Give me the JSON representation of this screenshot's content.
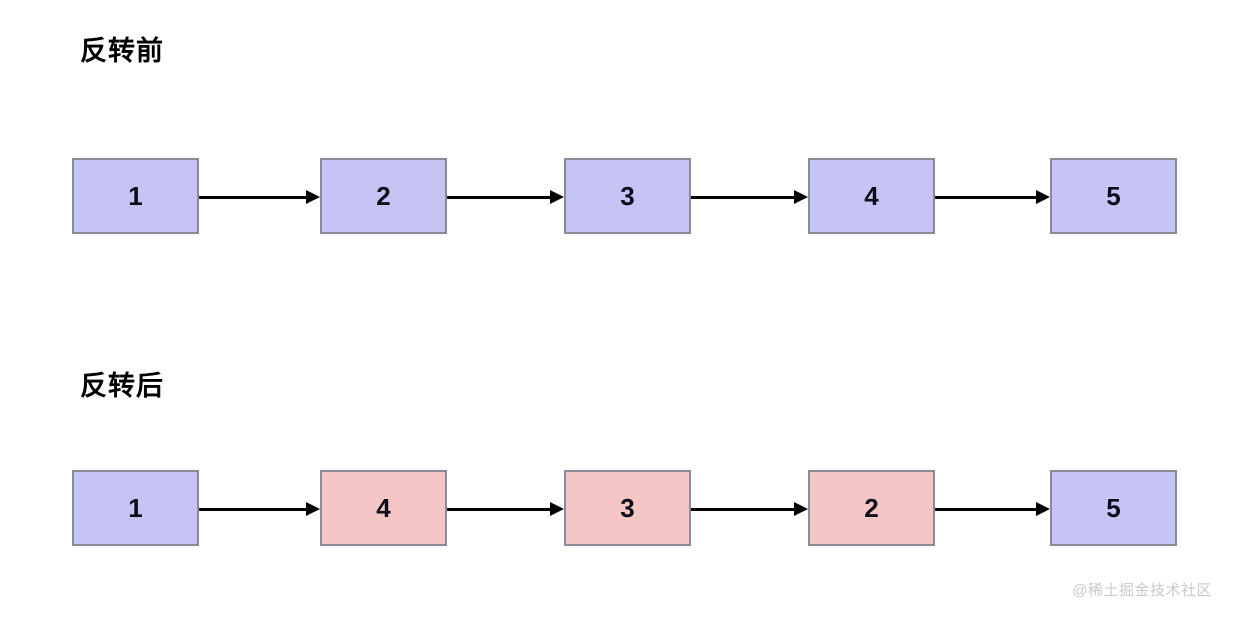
{
  "diagram": {
    "type": "linked-list-reversal",
    "background_color": "#ffffff",
    "node_fill_purple": "#c5c4f5",
    "node_fill_pink": "#f5c6c6",
    "node_border_color": "#8a8a99",
    "arrow_color": "#000000",
    "sections": [
      {
        "id": "before",
        "title": "反转前",
        "nodes": [
          {
            "label": "1",
            "color": "purple"
          },
          {
            "label": "2",
            "color": "purple"
          },
          {
            "label": "3",
            "color": "purple"
          },
          {
            "label": "4",
            "color": "purple"
          },
          {
            "label": "5",
            "color": "purple"
          }
        ],
        "arrow_count": 4
      },
      {
        "id": "after",
        "title": "反转后",
        "nodes": [
          {
            "label": "1",
            "color": "purple"
          },
          {
            "label": "4",
            "color": "pink"
          },
          {
            "label": "3",
            "color": "pink"
          },
          {
            "label": "2",
            "color": "pink"
          },
          {
            "label": "5",
            "color": "purple"
          }
        ],
        "arrow_count": 4
      }
    ]
  },
  "watermark": {
    "text": "@稀土掘金技术社区",
    "color": "#c9c9cf"
  }
}
